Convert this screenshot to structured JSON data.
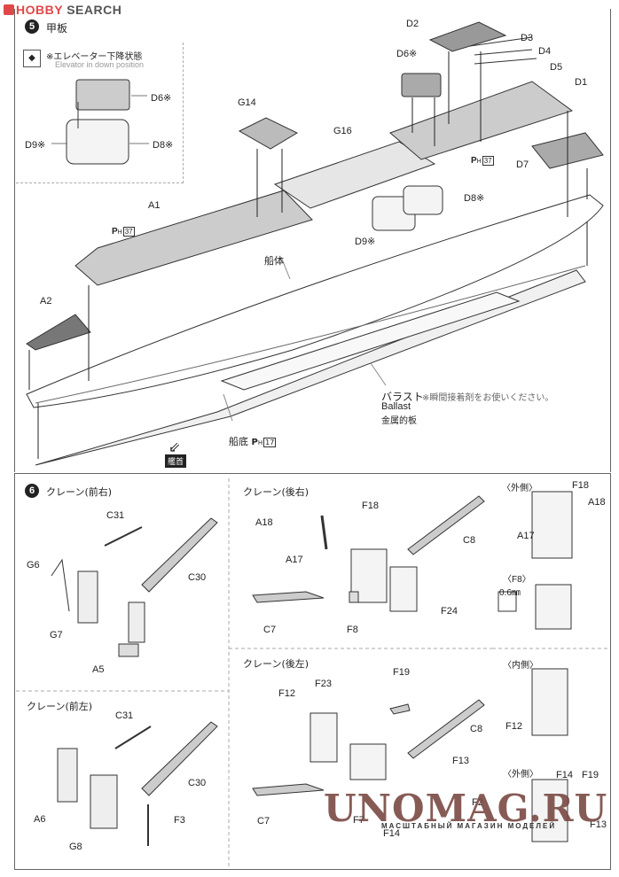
{
  "header": {
    "brand_part1": "HOBBY",
    "brand_part2": "SEARCH"
  },
  "step5": {
    "number": "5",
    "title": "甲板",
    "inset": {
      "note_jp": "※エレベーター下降状態",
      "note_en": "Elevator in down position",
      "parts": [
        "D6※",
        "D9※",
        "D8※"
      ]
    },
    "parts": {
      "D2": "D2",
      "D3": "D3",
      "D4": "D4",
      "D5": "D5",
      "D1": "D1",
      "D6": "D6※",
      "G14": "G14",
      "G16": "G16",
      "D7": "D7",
      "D8": "D8※",
      "D9": "D9※",
      "A1": "A1",
      "A2": "A2"
    },
    "hull_label": "船体",
    "bottom_label": "船底",
    "ph_prefix": "P",
    "ph_sub": "H",
    "ph_37": "37",
    "ph_17": "17",
    "ballast_jp": "バラスト",
    "ballast_en": "Ballast",
    "ballast_sub": "金属的板",
    "ballast_note": "※瞬間接着剤をお使いください。",
    "bow_label": "艦首"
  },
  "step6": {
    "number": "6",
    "front_right": {
      "title": "クレーン(前右)",
      "parts": [
        "C31",
        "G6",
        "C30",
        "G7",
        "A5"
      ]
    },
    "rear_right": {
      "title": "クレーン(後右)",
      "parts": [
        "F18",
        "A18",
        "C8",
        "A17",
        "F24",
        "C7",
        "F8"
      ]
    },
    "outer_view": {
      "title": "〈外側〉",
      "parts": [
        "F18",
        "A18",
        "A17"
      ]
    },
    "f8_view": {
      "title": "〈F8〉",
      "drill": "0.6㎜"
    },
    "front_left": {
      "title": "クレーン(前左)",
      "parts": [
        "C31",
        "C30",
        "A6",
        "F3",
        "G8"
      ]
    },
    "rear_left": {
      "title": "クレーン(後左)",
      "parts": [
        "F19",
        "F23",
        "F12",
        "C8",
        "F13",
        "C7",
        "F2",
        "F7",
        "F14"
      ]
    },
    "inner_view": {
      "title": "〈内側〉",
      "parts": [
        "F12"
      ]
    },
    "outer_view2": {
      "title": "〈外側〉",
      "parts": [
        "F14",
        "F19",
        "F13"
      ]
    }
  },
  "watermark": {
    "main": "UNOMAG.RU",
    "sub": "МАСШТАБНЫЙ МАГАЗИН МОДЕЛЕЙ"
  }
}
